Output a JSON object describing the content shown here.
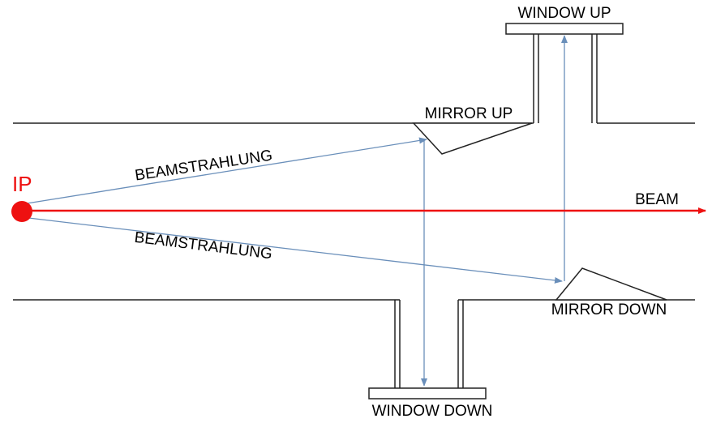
{
  "labels": {
    "window_up": "WINDOW UP",
    "mirror_up": "MIRROR UP",
    "beamstrahlung_upper": "BEAMSTRAHLUNG",
    "ip": "IP",
    "beam": "BEAM",
    "beamstrahlung_lower": "BEAMSTRAHLUNG",
    "mirror_down": "MIRROR DOWN",
    "window_down": "WINDOW DOWN"
  },
  "colors": {
    "beam": "#ee1111",
    "radiation": "#6a8fba",
    "structure": "#222222"
  }
}
